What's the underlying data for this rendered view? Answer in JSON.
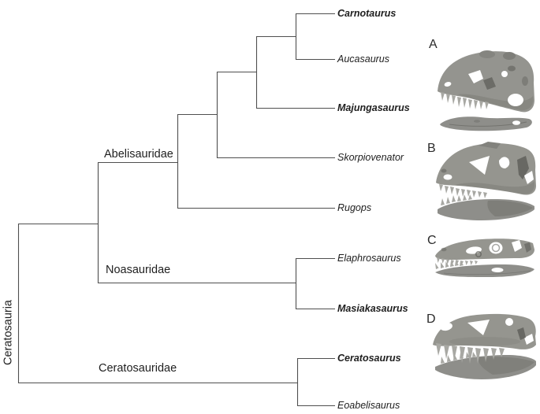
{
  "figure": {
    "type": "cladogram",
    "root_clade_label": "Ceratosauria",
    "clades": {
      "abelisauridae": {
        "label": "Abelisauridae",
        "members": [
          "Carnotaurus",
          "Aucasaurus",
          "Majungasaurus",
          "Skorpiovenator",
          "Rugops"
        ]
      },
      "noasauridae": {
        "label": "Noasauridae",
        "members": [
          "Elaphrosaurus",
          "Masiakasaurus"
        ]
      },
      "ceratosauridae": {
        "label": "Ceratosauridae",
        "members": [
          "Ceratosaurus",
          "Eoabelisaurus"
        ]
      }
    },
    "topology_newick": "(((((Carnotaurus,Aucasaurus),Majungasaurus),Skorpiovenator),Rugops)Abelisauridae,(Elaphrosaurus,Masiakasaurus)Noasauridae,(Ceratosaurus,Eoabelisaurus)Ceratosauridae)Ceratosauria",
    "taxa": [
      {
        "name": "Carnotaurus",
        "emphasis": "bold-italic"
      },
      {
        "name": "Aucasaurus",
        "emphasis": "italic"
      },
      {
        "name": "Majungasaurus",
        "emphasis": "bold-italic"
      },
      {
        "name": "Skorpiovenator",
        "emphasis": "italic"
      },
      {
        "name": "Rugops",
        "emphasis": "italic"
      },
      {
        "name": "Elaphrosaurus",
        "emphasis": "italic"
      },
      {
        "name": "Masiakasaurus",
        "emphasis": "bold-italic"
      },
      {
        "name": "Ceratosaurus",
        "emphasis": "bold-italic"
      },
      {
        "name": "Eoabelisaurus",
        "emphasis": "italic"
      }
    ],
    "skull_panels": [
      {
        "label": "A",
        "description": "skull-photo"
      },
      {
        "label": "B",
        "description": "skull-photo"
      },
      {
        "label": "C",
        "description": "skull-photo"
      },
      {
        "label": "D",
        "description": "skull-photo"
      }
    ],
    "colors": {
      "branch": "#4f4f4f",
      "text": "#1e1e1e",
      "skull_gray": "#95958f",
      "skull_shadow": "#71716c",
      "background": "#ffffff"
    }
  }
}
